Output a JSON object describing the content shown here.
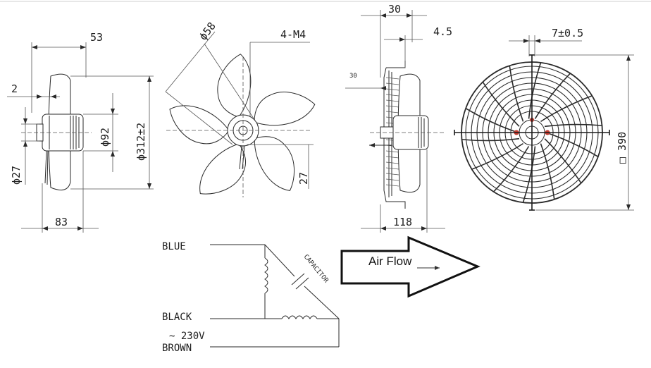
{
  "side_view": {
    "dim_width": "53",
    "dim_hub_offset": "2",
    "dim_hub_dia": "ϕ92",
    "dim_blade_dia": "ϕ312±2",
    "dim_shaft": "ϕ27",
    "dim_depth": "83"
  },
  "blade_view": {
    "dim_hub": "ϕ58",
    "dim_screw": "4-M4",
    "dim_side": "27"
  },
  "guard_side_view": {
    "dim_top": "30",
    "dim_flange": "4.5",
    "dim_mount": "30",
    "dim_bottom": "118"
  },
  "guard_front_view": {
    "dim_tol": "7±0.5",
    "dim_square": "□ 390"
  },
  "wiring": {
    "blue": "BLUE",
    "black": "BLACK",
    "brown": "BROWN",
    "voltage": "~ 230V",
    "capacitor": "CAPACITOR"
  },
  "airflow": {
    "label": "Air Flow"
  },
  "colors": {
    "line": "#2a2a2a",
    "background": "#ffffff"
  }
}
